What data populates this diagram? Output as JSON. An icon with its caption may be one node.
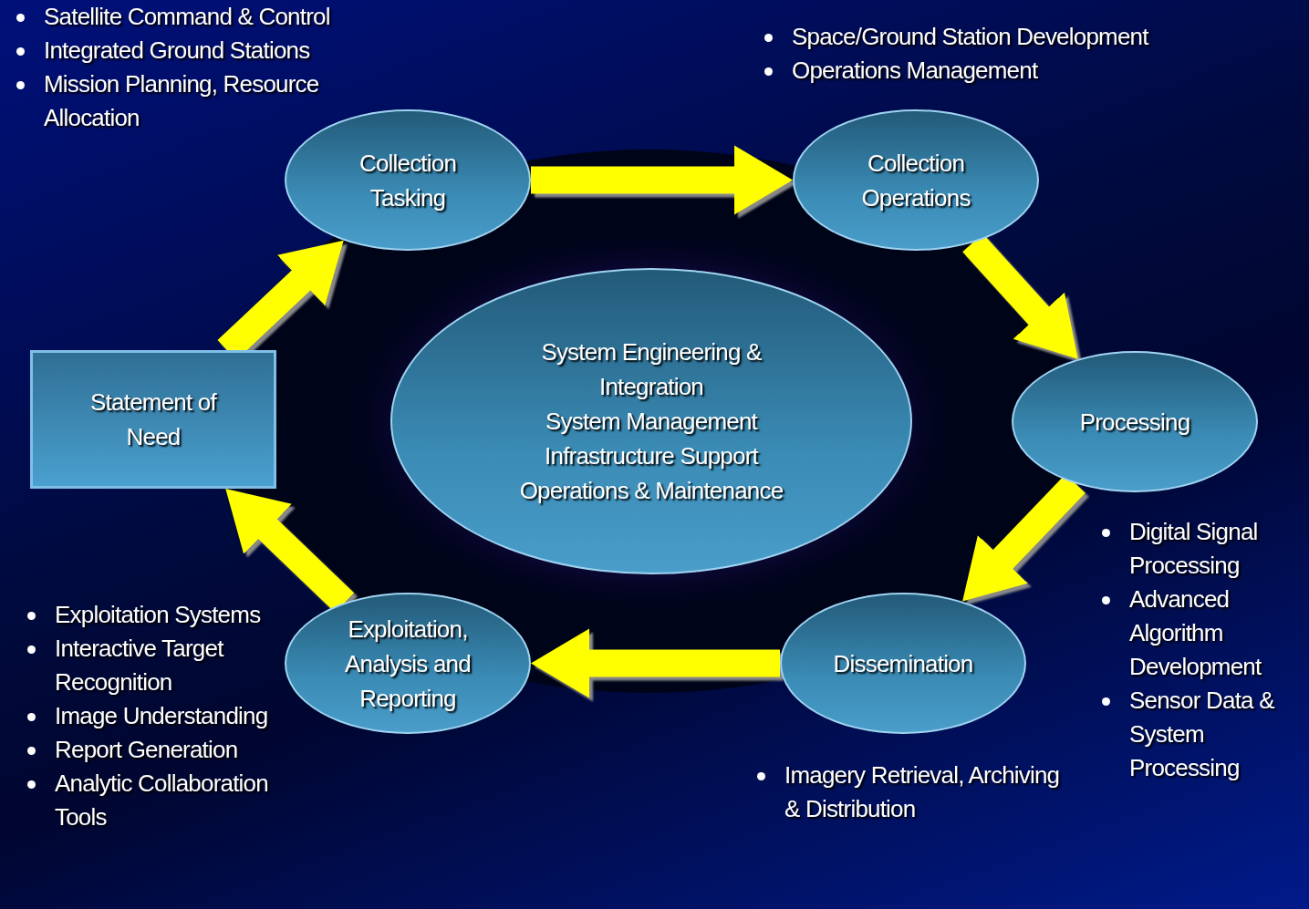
{
  "diagram": {
    "nodes": [
      {
        "text": [
          "Statement of Need"
        ]
      },
      {
        "text": [
          "Collection Tasking"
        ],
        "beside": [
          "Satellite Command & Control",
          "Integrated Ground Stations",
          "Mission Planning, Resource Allocation"
        ]
      },
      {
        "text": [
          "Collection Operations"
        ],
        "beside": [
          "Space/Ground Station Development",
          "Operations Management"
        ]
      },
      {
        "text": [
          "Processing"
        ],
        "beside": [
          "Digital Signal Processing",
          "Advanced Algorithm Development",
          "Sensor Data & System Processing"
        ]
      },
      {
        "text": [
          "Dissemination"
        ],
        "beside": [
          "Imagery Retrieval, Archiving & Distribution"
        ]
      },
      {
        "text": [
          "Exploitation, Analysis and Reporting"
        ],
        "beside": [
          "Exploitation Systems",
          "Interactive Target Recognition",
          "Image Understanding",
          "Report Generation",
          "Analytic Collaboration Tools"
        ]
      },
      {
        "text": [
          "System Engineering & Integration",
          "System Management",
          "Infrastructure Support",
          "Operations & Maintenance"
        ]
      }
    ],
    "edges": [
      {
        "from": 0,
        "to": 1,
        "arrow": "to"
      },
      {
        "from": 1,
        "to": 2,
        "arrow": "to"
      },
      {
        "from": 2,
        "to": 3,
        "arrow": "to"
      },
      {
        "from": 3,
        "to": 4,
        "arrow": "to"
      },
      {
        "from": 4,
        "to": 5,
        "arrow": "to"
      },
      {
        "from": 5,
        "to": 0,
        "arrow": "to"
      }
    ]
  }
}
